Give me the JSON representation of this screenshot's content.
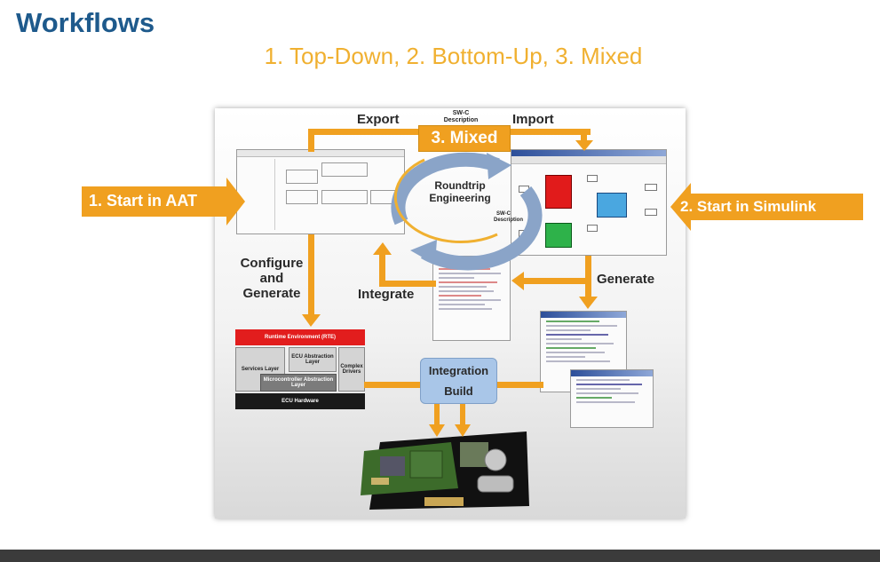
{
  "slide": {
    "title": "Workflows",
    "subtitle": "1. Top-Down, 2. Bottom-Up, 3. Mixed"
  },
  "diagram": {
    "export_label": "Export",
    "import_label": "Import",
    "swc_top_line1": "SW-C",
    "swc_top_line2": "Description",
    "mixed_label": "3. Mixed",
    "roundtrip_line1": "Roundtrip",
    "roundtrip_line2": "Engineering",
    "start_aat": "1.  Start in AAT",
    "start_simulink": "2. Start in Simulink",
    "configure_line1": "Configure",
    "configure_line2": "and",
    "configure_line3": "Generate",
    "integrate_label": "Integrate",
    "generate_label": "Generate",
    "swc_side_line1": "SW-C",
    "swc_side_line2": "Description",
    "integration_build_line1": "Integration",
    "integration_build_line2": "Build",
    "autosar_stack": {
      "rte": "Runtime Environment (RTE)",
      "ecu_abstraction": "ECU Abstraction Layer",
      "services": "Services Layer",
      "complex_drivers": "Complex Drivers",
      "mcal": "Microcontroller Abstraction Layer",
      "ecu_hardware": "ECU Hardware"
    }
  },
  "colors": {
    "arrow_orange": "#f0a020",
    "title_blue": "#1e5a8c",
    "subtitle_gold": "#f0b030",
    "build_box_blue": "#a9c6e8",
    "cycle_blue": "#8aa4c8"
  }
}
